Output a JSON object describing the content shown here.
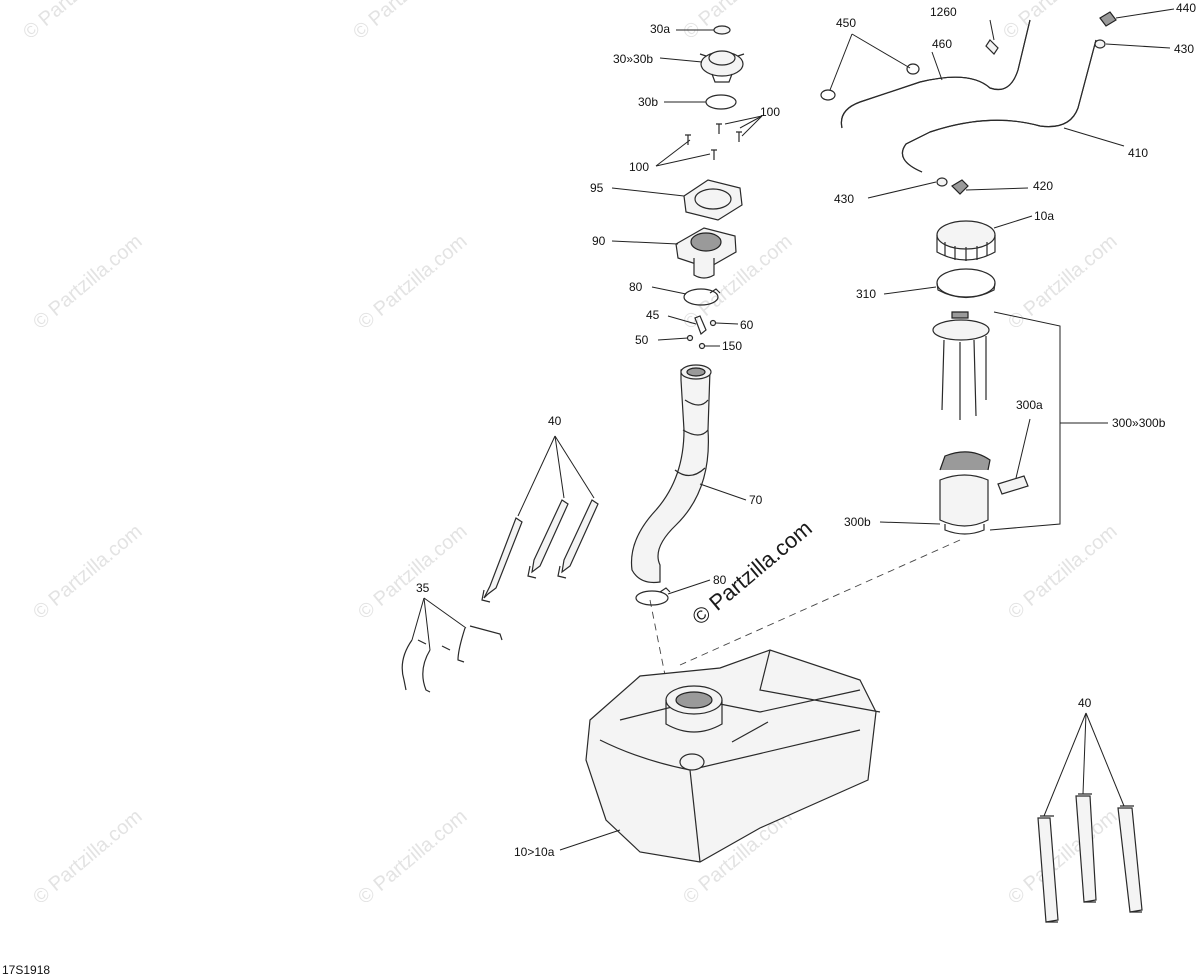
{
  "diagram_code": "17S1918",
  "watermark": {
    "text": "© Partzilla.com",
    "main_text": "© Partzilla.com"
  },
  "callouts": [
    {
      "id": "30a",
      "label": "30a"
    },
    {
      "id": "30-30b",
      "label": "30»30b"
    },
    {
      "id": "30b",
      "label": "30b"
    },
    {
      "id": "100-right",
      "label": "100"
    },
    {
      "id": "100-left",
      "label": "100"
    },
    {
      "id": "95",
      "label": "95"
    },
    {
      "id": "90",
      "label": "90"
    },
    {
      "id": "80-top",
      "label": "80"
    },
    {
      "id": "45",
      "label": "45"
    },
    {
      "id": "60",
      "label": "60"
    },
    {
      "id": "50",
      "label": "50"
    },
    {
      "id": "150",
      "label": "150"
    },
    {
      "id": "70",
      "label": "70"
    },
    {
      "id": "80-bottom",
      "label": "80"
    },
    {
      "id": "40-left",
      "label": "40"
    },
    {
      "id": "35",
      "label": "35"
    },
    {
      "id": "40-right",
      "label": "40"
    },
    {
      "id": "10-10a",
      "label": "10>10a"
    },
    {
      "id": "450",
      "label": "450"
    },
    {
      "id": "1260",
      "label": "1260"
    },
    {
      "id": "460",
      "label": "460"
    },
    {
      "id": "440",
      "label": "440"
    },
    {
      "id": "430-top",
      "label": "430"
    },
    {
      "id": "410",
      "label": "410"
    },
    {
      "id": "430-mid",
      "label": "430"
    },
    {
      "id": "420",
      "label": "420"
    },
    {
      "id": "10a",
      "label": "10a"
    },
    {
      "id": "310",
      "label": "310"
    },
    {
      "id": "300a",
      "label": "300a"
    },
    {
      "id": "300-300b",
      "label": "300»300b"
    },
    {
      "id": "300b",
      "label": "300b"
    }
  ]
}
